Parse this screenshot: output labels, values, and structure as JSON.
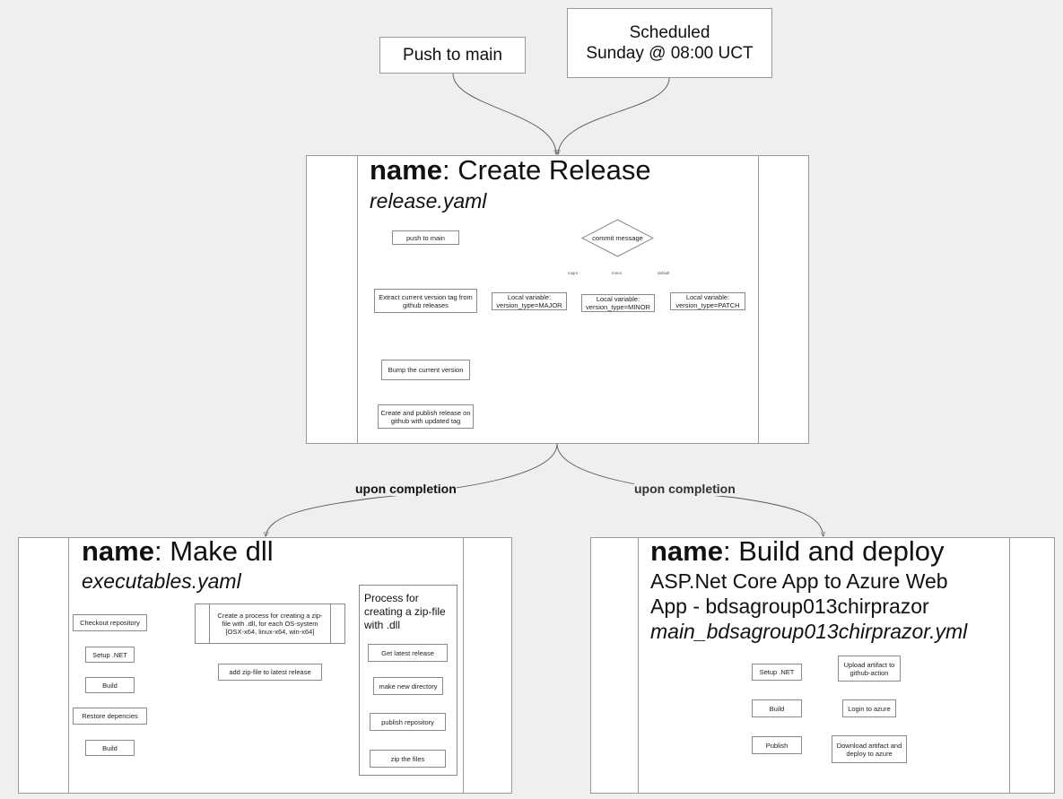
{
  "triggers": {
    "push": "Push to main",
    "scheduled_line1": "Scheduled",
    "scheduled_line2": "Sunday @ 08:00 UCT"
  },
  "release": {
    "name_key": "name",
    "name_value": ": Create Release",
    "file": "release.yaml",
    "nodes": {
      "push": "push to main",
      "commit": "commit message",
      "extract": "Extract current version tag from github releases",
      "major": "Local variable: version_type=MAJOR",
      "minor": "Local variable: version_type=MINOR",
      "patch": "Local variable: version_type=PATCH",
      "bump": "Bump the current version",
      "publish": "Create and publish release on github with updated tag"
    },
    "branch_labels": {
      "major": "major",
      "minor": "minor",
      "default": "default"
    }
  },
  "edges": {
    "left": "upon completion",
    "right": "upon completion"
  },
  "executables": {
    "name_key": "name",
    "name_value": ": Make dll",
    "file": "executables.yaml",
    "nodes": {
      "checkout": "Checkout repository",
      "setup": "Setup .NET",
      "build1": "Build",
      "restore": "Restore depencies",
      "build2": "Build",
      "process": "Create a process for creating a zip-file with .dll, for each OS-system [OSX-x64, linux-x64, win-x64]",
      "add_zip": "add zip-file to latest release"
    },
    "subprocess": {
      "title": "Process for creating a zip-file with .dll",
      "steps": [
        "Get latest release",
        "make new directory",
        "publish repository",
        "zip the files"
      ]
    }
  },
  "deploy": {
    "name_key": "name",
    "name_value": ": Build and deploy",
    "desc_line1": "ASP.Net Core App to Azure Web",
    "desc_line2": "App - bdsagroup013chirprazor",
    "file": "main_bdsagroup013chirprazor.yml",
    "nodes": {
      "setup": "Setup .NET",
      "build": "Build",
      "publish": "Publish",
      "upload": "Upload artifact to github-action",
      "login": "Login to azure",
      "download": "Download artifact and deploy to azure"
    }
  }
}
